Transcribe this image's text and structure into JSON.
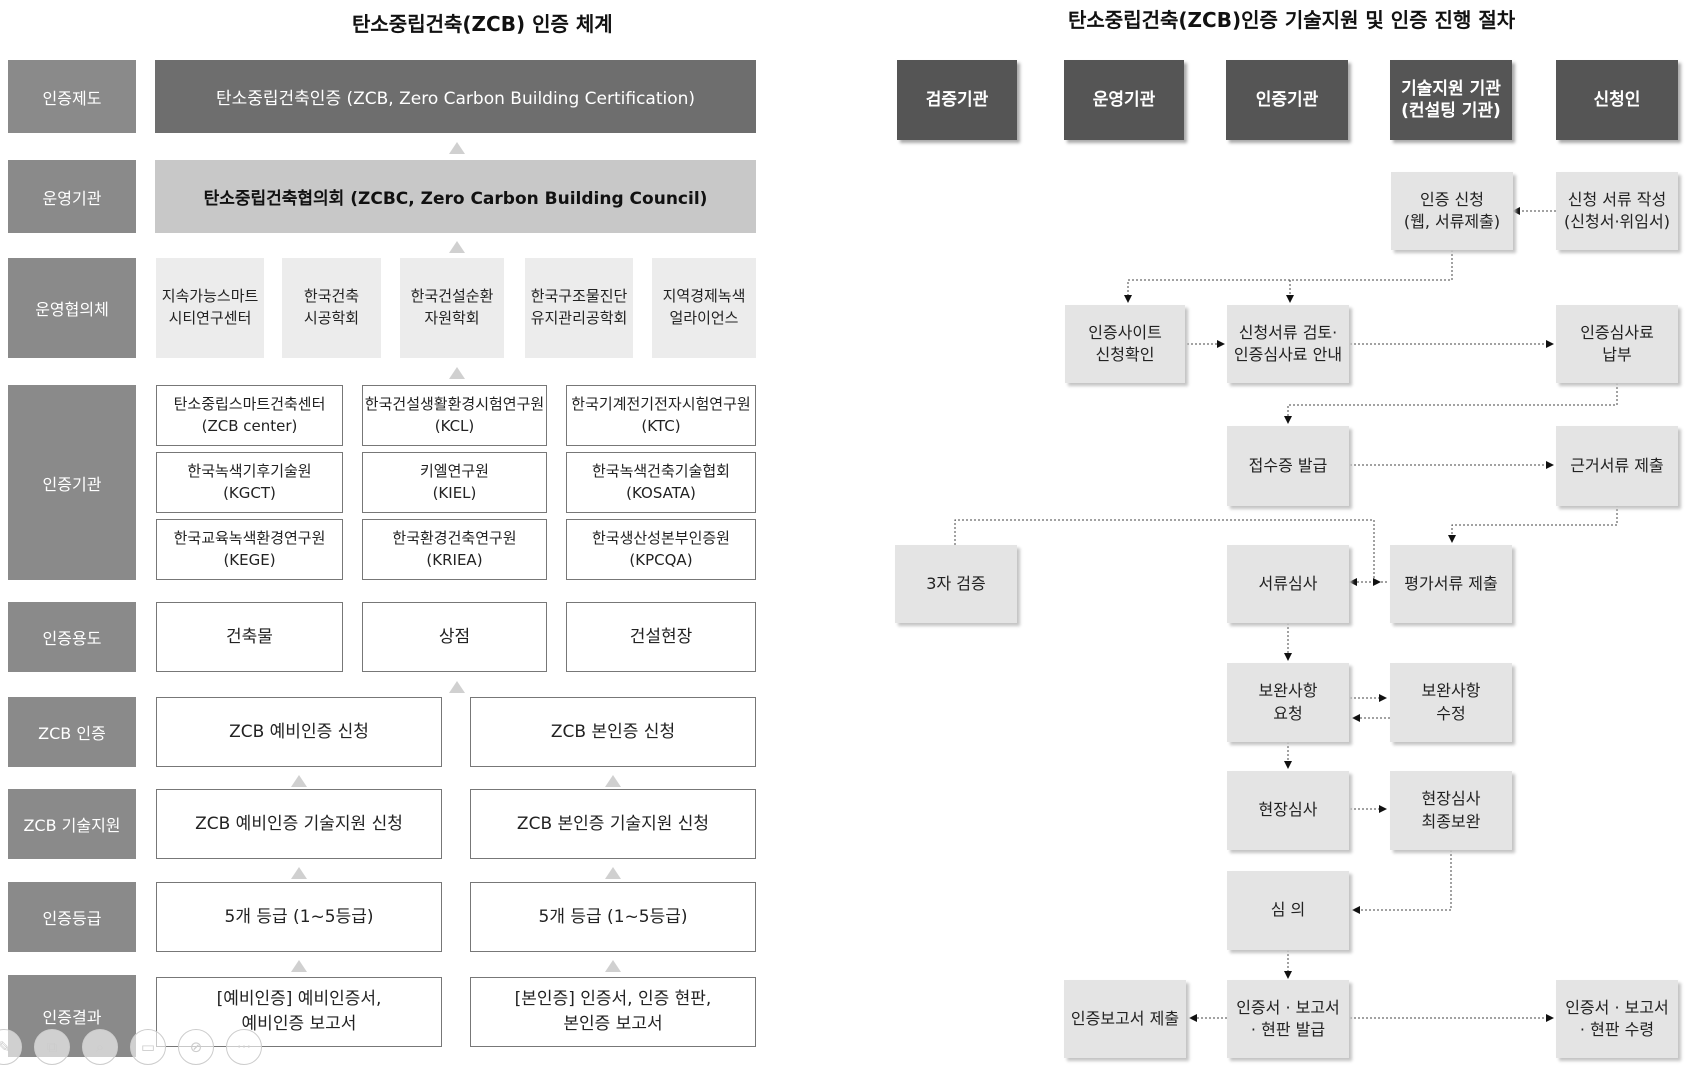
{
  "left": {
    "title": "탄소중립건축(ZCB) 인증 체계",
    "labels": [
      "인증제도",
      "운영기관",
      "운영협의체",
      "인증기관",
      "인증용도",
      "ZCB 인증",
      "ZCB 기술지원",
      "인증등급",
      "인증결과"
    ],
    "system": "탄소중립건축인증 (ZCB, Zero Carbon Building Certification)",
    "operator": "탄소중립건축협의회 (ZCBC, Zero Carbon Building Council)",
    "council": [
      {
        "l1": "지속가능스마트",
        "l2": "시티연구센터"
      },
      {
        "l1": "한국건축",
        "l2": "시공학회"
      },
      {
        "l1": "한국건설순환",
        "l2": "자원학회"
      },
      {
        "l1": "한국구조물진단",
        "l2": "유지관리공학회"
      },
      {
        "l1": "지역경제녹색",
        "l2": "얼라이언스"
      }
    ],
    "agencies": [
      {
        "l1": "탄소중립스마트건축센터",
        "l2": "(ZCB center)"
      },
      {
        "l1": "한국건설생활환경시험연구원",
        "l2": "(KCL)"
      },
      {
        "l1": "한국기계전기전자시험연구원",
        "l2": "(KTC)"
      },
      {
        "l1": "한국녹색기후기술원",
        "l2": "(KGCT)"
      },
      {
        "l1": "키엘연구원",
        "l2": "(KIEL)"
      },
      {
        "l1": "한국녹색건축기술협회",
        "l2": "(KOSATA)"
      },
      {
        "l1": "한국교육녹색환경연구원",
        "l2": "(KEGE)"
      },
      {
        "l1": "한국환경건축연구원",
        "l2": "(KRIEA)"
      },
      {
        "l1": "한국생산성본부인증원",
        "l2": "(KPCQA)"
      }
    ],
    "uses": [
      "건축물",
      "상점",
      "건설현장"
    ],
    "zcb_cert": [
      "ZCB 예비인증 신청",
      "ZCB 본인증 신청"
    ],
    "zcb_support": [
      "ZCB 예비인증 기술지원 신청",
      "ZCB 본인증 기술지원 신청"
    ],
    "grades": [
      "5개 등급 (1~5등급)",
      "5개 등급 (1~5등급)"
    ],
    "results": [
      {
        "l1": "[예비인증] 예비인증서,",
        "l2": "예비인증 보고서"
      },
      {
        "l1": "[본인증] 인증서, 인증 현판,",
        "l2": "본인증 보고서"
      }
    ]
  },
  "right": {
    "title": "탄소중립건축(ZCB)인증 기술지원 및 인증 진행 절차",
    "headers": [
      {
        "l1": "검증기관",
        "l2": ""
      },
      {
        "l1": "운영기관",
        "l2": ""
      },
      {
        "l1": "인증기관",
        "l2": ""
      },
      {
        "l1": "기술지원 기관",
        "l2": "(컨설팅 기관)"
      },
      {
        "l1": "신청인",
        "l2": ""
      }
    ],
    "steps": {
      "apply": {
        "l1": "인증 신청",
        "l2": "(웹, 서류제출)"
      },
      "write_docs": {
        "l1": "신청 서류 작성",
        "l2": "(신청서·위임서)"
      },
      "site_confirm": {
        "l1": "인증사이트",
        "l2": "신청확인"
      },
      "review_fee": {
        "l1": "신청서류 검토·",
        "l2": "인증심사료 안내"
      },
      "pay_fee": {
        "l1": "인증심사료",
        "l2": "납부"
      },
      "receipt": {
        "l1": "접수증 발급",
        "l2": ""
      },
      "evidence": {
        "l1": "근거서류 제출",
        "l2": ""
      },
      "third_party": {
        "l1": "3자 검증",
        "l2": ""
      },
      "doc_review": {
        "l1": "서류심사",
        "l2": ""
      },
      "eval_submit": {
        "l1": "평가서류 제출",
        "l2": ""
      },
      "supp_request": {
        "l1": "보완사항",
        "l2": "요청"
      },
      "supp_fix": {
        "l1": "보완사항",
        "l2": "수정"
      },
      "site_review": {
        "l1": "현장심사",
        "l2": ""
      },
      "site_final": {
        "l1": "현장심사",
        "l2": "최종보완"
      },
      "deliberation": {
        "l1": "심 의",
        "l2": ""
      },
      "report_submit": {
        "l1": "인증보고서 제출",
        "l2": ""
      },
      "issue": {
        "l1": "인증서 · 보고서",
        "l2": "· 현판 발급"
      },
      "receive": {
        "l1": "인증서 · 보고서",
        "l2": "· 현판 수령"
      }
    }
  },
  "toolbar": {
    "icons": [
      "pen-icon",
      "copy-icon",
      "search-icon",
      "screen-icon",
      "video-off-icon",
      "more-icon"
    ],
    "glyphs": [
      "✎",
      "⧉",
      "⌕",
      "▭",
      "⊘",
      "···"
    ]
  }
}
